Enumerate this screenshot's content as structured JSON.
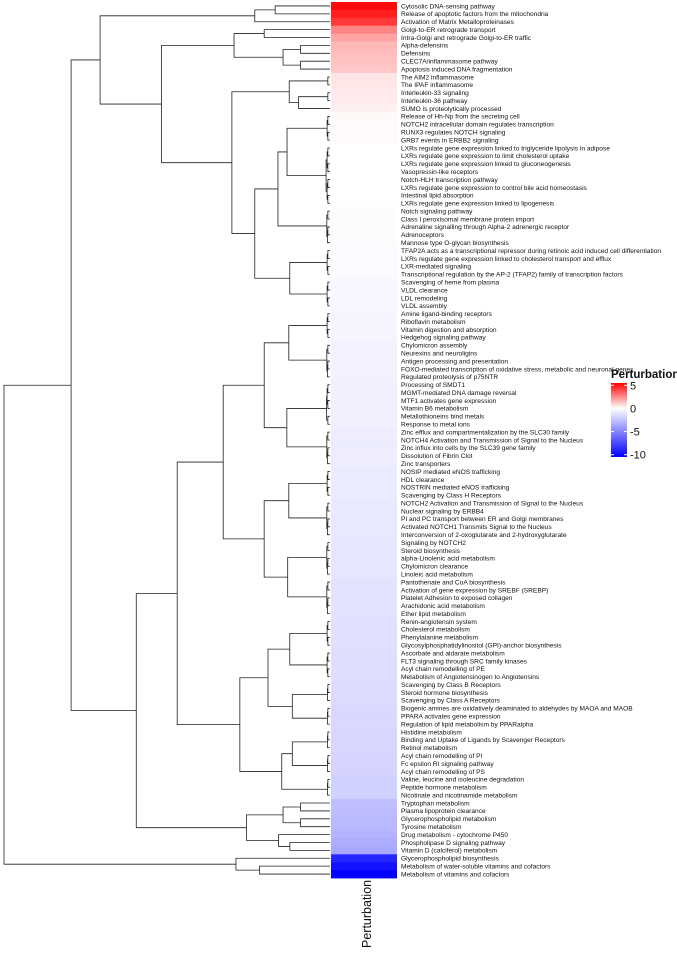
{
  "chart_data": {
    "type": "heatmap",
    "column_label": "Perturbation",
    "legend": {
      "title": "Perturbation",
      "ticks": [
        5,
        0,
        -5,
        -10
      ],
      "range": [
        -10.5,
        5.5
      ],
      "colors": {
        "high": "#ff0000",
        "mid": "#ffffff",
        "low": "#0000ff"
      },
      "placement": "right"
    },
    "rows": [
      {
        "label": "Cytosolic DNA-sensing pathway",
        "value": 4.8
      },
      {
        "label": "Release of apoptotic factors from the mitochondria",
        "value": 4.4
      },
      {
        "label": "Activation of Matrix Metalloproteinases",
        "value": 3.9
      },
      {
        "label": "Golgi-to-ER retrograde transport",
        "value": 2.4
      },
      {
        "label": "Intra-Golgi and retrograde Golgi-to-ER traffic",
        "value": 1.8
      },
      {
        "label": "Alpha-defensins",
        "value": 1.4
      },
      {
        "label": "Defensins",
        "value": 1.3
      },
      {
        "label": "CLEC7A/inflammasome pathway",
        "value": 1.2
      },
      {
        "label": "Apoptosis induced DNA fragmentation",
        "value": 1.1
      },
      {
        "label": "The AIM2 inflammasome",
        "value": 0.5
      },
      {
        "label": "The IPAF inflammasome",
        "value": 0.5
      },
      {
        "label": "Interleukin-33 signaling",
        "value": 0.4
      },
      {
        "label": "Interleukin-36 pathway",
        "value": 0.4
      },
      {
        "label": "SUMO is proteolytically processed",
        "value": 0.3
      },
      {
        "label": "Release of Hh-Np from the secreting cell",
        "value": 0.1
      },
      {
        "label": "NOTCH2 intracellular domain regulates transcription",
        "value": 0.1
      },
      {
        "label": "RUNX3 regulates NOTCH signaling",
        "value": 0.1
      },
      {
        "label": "GRB7 events in ERBB2 signaling",
        "value": 0.1
      },
      {
        "label": "LXRs regulate gene expression linked to triglyceride lipolysis in adipose",
        "value": 0.0
      },
      {
        "label": "LXRs regulate gene expression to limit cholesterol uptake",
        "value": 0.0
      },
      {
        "label": "LXRs regulate gene expression linked to gluconeogenesis",
        "value": 0.0
      },
      {
        "label": "Vasopressin-like receptors",
        "value": 0.0
      },
      {
        "label": "Notch-HLH transcription pathway",
        "value": 0.0
      },
      {
        "label": "LXRs regulate gene expression to control bile acid homeostasis",
        "value": 0.0
      },
      {
        "label": "Intestinal lipid absorption",
        "value": 0.0
      },
      {
        "label": "LXRs regulate gene expression linked to lipogenesis",
        "value": 0.0
      },
      {
        "label": "Notch signaling pathway",
        "value": -0.1
      },
      {
        "label": "Class I peroxisomal membrane protein import",
        "value": -0.1
      },
      {
        "label": "Adrenaline signalling through Alpha-2 adrenergic receptor",
        "value": -0.1
      },
      {
        "label": "Adrenoceptors",
        "value": -0.1
      },
      {
        "label": "Mannose type O-glycan biosynthesis",
        "value": -0.1
      },
      {
        "label": "TFAP2A acts as a transcriptional repressor during retinoic acid induced cell differentiation",
        "value": -0.2
      },
      {
        "label": "LXRs regulate gene expression linked to cholesterol transport and efflux",
        "value": -0.2
      },
      {
        "label": "LXR-mediated signaling",
        "value": -0.2
      },
      {
        "label": "Transcriptional regulation by the AP-2 (TFAP2) family of transcription factors",
        "value": -0.2
      },
      {
        "label": "Scavenging of heme from plasma",
        "value": -0.3
      },
      {
        "label": "VLDL clearance",
        "value": -0.3
      },
      {
        "label": "LDL remodeling",
        "value": -0.3
      },
      {
        "label": "VLDL assembly",
        "value": -0.3
      },
      {
        "label": "Amine ligand-binding receptors",
        "value": -0.4
      },
      {
        "label": "Riboflavin metabolism",
        "value": -0.4
      },
      {
        "label": "Vitamin digestion and absorption",
        "value": -0.4
      },
      {
        "label": "Hedgehog signaling pathway",
        "value": -0.4
      },
      {
        "label": "Chylomicron assembly",
        "value": -0.5
      },
      {
        "label": "Neurexins and neuroligins",
        "value": -0.5
      },
      {
        "label": "Antigen processing and presentation",
        "value": -0.5
      },
      {
        "label": "FOXO-mediated transcription of oxidative stress, metabolic and neuronal genes",
        "value": -0.5
      },
      {
        "label": "Regulated proteolysis of p75NTR",
        "value": -0.5
      },
      {
        "label": "Processing of SMDT1",
        "value": -0.6
      },
      {
        "label": "MGMT-mediated DNA damage reversal",
        "value": -0.6
      },
      {
        "label": "MTF1 activates gene expression",
        "value": -0.6
      },
      {
        "label": "Vitamin B6 metabolism",
        "value": -0.6
      },
      {
        "label": "Metallothioneins bind metals",
        "value": -0.6
      },
      {
        "label": "Response to metal ions",
        "value": -0.6
      },
      {
        "label": "Zinc efflux and compartmentalization by the SLC30 family",
        "value": -0.7
      },
      {
        "label": "NOTCH4 Activation and Transmission of Signal to the Nucleus",
        "value": -0.7
      },
      {
        "label": "Zinc influx into cells by the SLC39 gene family",
        "value": -0.7
      },
      {
        "label": "Dissolution of Fibrin Clot",
        "value": -0.7
      },
      {
        "label": "Zinc transporters",
        "value": -0.7
      },
      {
        "label": "NOSIP mediated eNOS trafficking",
        "value": -0.8
      },
      {
        "label": "HDL clearance",
        "value": -0.8
      },
      {
        "label": "NOSTRIN mediated eNOS trafficking",
        "value": -0.8
      },
      {
        "label": "Scavenging by Class H Receptors",
        "value": -0.8
      },
      {
        "label": "NOTCH2 Activation and Transmission of Signal to the Nucleus",
        "value": -0.9
      },
      {
        "label": "Nuclear signaling by ERBB4",
        "value": -0.9
      },
      {
        "label": "PI and PC transport between ER and Golgi membranes",
        "value": -0.9
      },
      {
        "label": "Activated NOTCH1 Transmits Signal to the Nucleus",
        "value": -0.9
      },
      {
        "label": "Interconversion of 2-oxoglutarate and 2-hydroxyglutarate",
        "value": -0.9
      },
      {
        "label": "Signaling by NOTCH2",
        "value": -1.0
      },
      {
        "label": "Steroid biosynthesis",
        "value": -1.0
      },
      {
        "label": "alpha-Linolenic acid metabolism",
        "value": -1.0
      },
      {
        "label": "Chylomicron clearance",
        "value": -1.0
      },
      {
        "label": "Linoleic acid metabolism",
        "value": -1.0
      },
      {
        "label": "Pantothenate and CoA biosynthesis",
        "value": -1.1
      },
      {
        "label": "Activation of gene expression by SREBF (SREBP)",
        "value": -1.1
      },
      {
        "label": "Platelet Adhesion to exposed collagen",
        "value": -1.1
      },
      {
        "label": "Arachidonic acid metabolism",
        "value": -1.1
      },
      {
        "label": "Ether lipid metabolism",
        "value": -1.1
      },
      {
        "label": "Renin-angiotensin system",
        "value": -1.2
      },
      {
        "label": "Cholesterol metabolism",
        "value": -1.2
      },
      {
        "label": "Phenylalanine metabolism",
        "value": -1.2
      },
      {
        "label": "Glycosylphosphatidylinositol (GPI)-anchor biosynthesis",
        "value": -1.2
      },
      {
        "label": "Ascorbate and aldarate metabolism",
        "value": -1.3
      },
      {
        "label": "FLT3 signaling through SRC family kinases",
        "value": -1.3
      },
      {
        "label": "Acyl chain remodelling of PE",
        "value": -1.3
      },
      {
        "label": "Metabolism of Angiotensinogen to Angiotensins",
        "value": -1.3
      },
      {
        "label": "Scavenging by Class B Receptors",
        "value": -1.4
      },
      {
        "label": "Steroid hormone biosynthesis",
        "value": -1.4
      },
      {
        "label": "Scavenging by Class A Receptors",
        "value": -1.4
      },
      {
        "label": "Biogenic amines are oxidatively deaminated to aldehydes by MAOA and MAOB",
        "value": -1.5
      },
      {
        "label": "PPARA activates gene expression",
        "value": -1.5
      },
      {
        "label": "Regulation of lipid metabolism by PPARalpha",
        "value": -1.5
      },
      {
        "label": "Histidine metabolism",
        "value": -1.6
      },
      {
        "label": "Binding and Uptake of Ligands by Scavenger Receptors",
        "value": -1.6
      },
      {
        "label": "Retinol metabolism",
        "value": -1.6
      },
      {
        "label": "Acyl chain remodelling of PI",
        "value": -1.7
      },
      {
        "label": "Fc epsilon RI signaling pathway",
        "value": -1.7
      },
      {
        "label": "Acyl chain remodelling of PS",
        "value": -1.7
      },
      {
        "label": "Valine, leucine and isoleucine degradation",
        "value": -1.8
      },
      {
        "label": "Peptide hormone metabolism",
        "value": -1.8
      },
      {
        "label": "Nicotinate and nicotinamide metabolism",
        "value": -1.8
      },
      {
        "label": "Tryptophan metabolism",
        "value": -2.5
      },
      {
        "label": "Plasma lipoprotein clearance",
        "value": -2.6
      },
      {
        "label": "Glycerophospholipid metabolism",
        "value": -2.7
      },
      {
        "label": "Tyrosine metabolism",
        "value": -2.8
      },
      {
        "label": "Drug metabolism - cytochrome P450",
        "value": -3.0
      },
      {
        "label": "Phospholipase D signaling pathway",
        "value": -3.2
      },
      {
        "label": "Vitamin D (calciferol) metabolism",
        "value": -3.4
      },
      {
        "label": "Glycerophospholipid biosynthesis",
        "value": -8.5
      },
      {
        "label": "Metabolism of water-soluble vitamins and cofactors",
        "value": -9.3
      },
      {
        "label": "Metabolism of vitamins and cofactors",
        "value": -10.0
      }
    ]
  }
}
